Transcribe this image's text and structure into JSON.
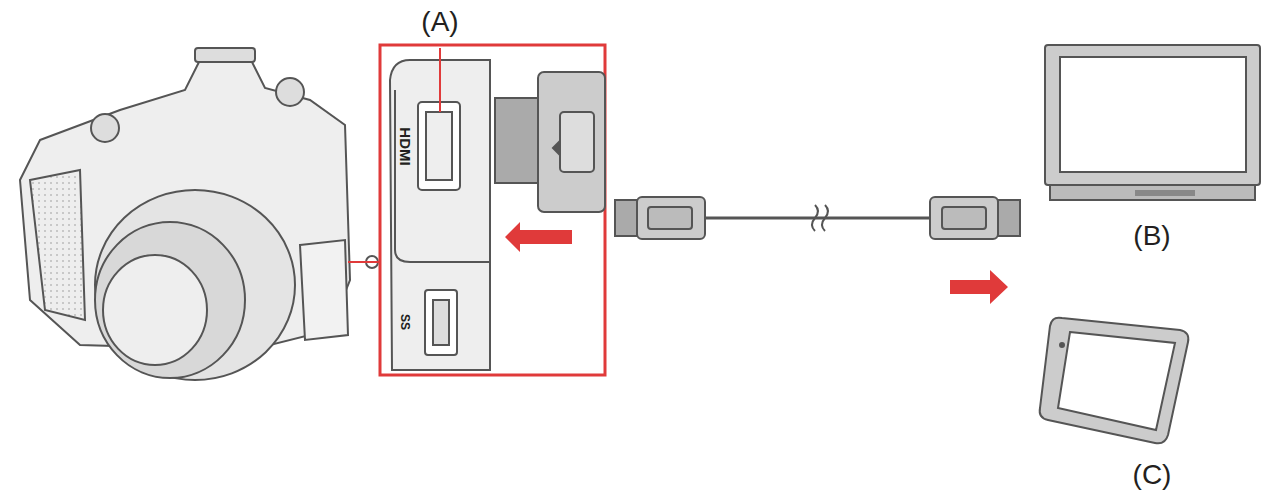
{
  "diagram": {
    "labels": [
      "(A)",
      "HDMI",
      "SS",
      "(B)",
      "(C)"
    ]
  }
}
